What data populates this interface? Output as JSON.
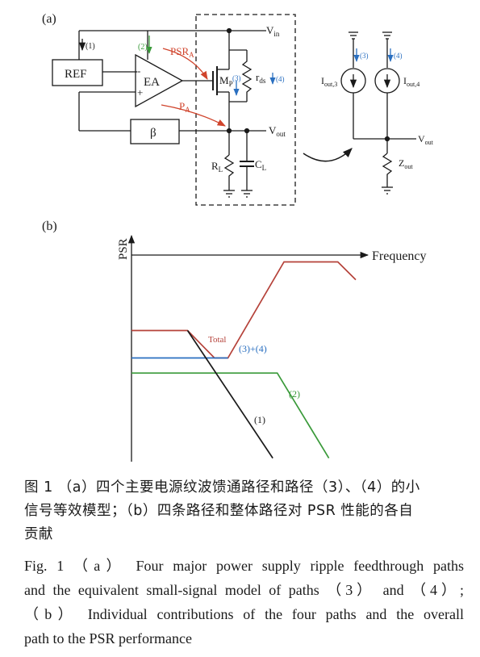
{
  "panel_a": {
    "label": "(a)",
    "ref": "REF",
    "ea": "EA",
    "ea_minus": "-",
    "ea_plus": "+",
    "beta": "β",
    "vin": "V",
    "vin_sub": "in",
    "vout": "V",
    "vout_sub": "out",
    "mp": "M",
    "mp_sub": "P",
    "rds": "r",
    "rds_sub": "ds",
    "rl": "R",
    "rl_sub": "L",
    "cl": "C",
    "cl_sub": "L",
    "psra": "PSR",
    "psra_sub": "A",
    "pa": "P",
    "pa_sub": "A",
    "path1": "(1)",
    "path2": "(2)",
    "path3": "(3)",
    "path4": "(4)",
    "iout3": "I",
    "iout3_sub": "out,3",
    "iout4": "I",
    "iout4_sub": "out,4",
    "vout2": "V",
    "vout2_sub": "out",
    "zout": "Z",
    "zout_sub": "out",
    "colors": {
      "green": "#3a9a3a",
      "blue": "#2a6fc0",
      "red": "#d0442c",
      "black": "#1a1a1a"
    }
  },
  "panel_b": {
    "label": "(b)",
    "chart_data": {
      "type": "line",
      "xlabel": "Frequency",
      "ylabel": "PSR",
      "annotations": [
        "Total",
        "(3)+(4)",
        "(2)",
        "(1)"
      ],
      "series": [
        {
          "name": "Total",
          "color": "#b5423a",
          "points": [
            [
              0,
              55
            ],
            [
              25,
              55
            ],
            [
              37,
              75
            ],
            [
              43,
              75
            ],
            [
              68,
              5
            ],
            [
              92,
              5
            ],
            [
              100,
              18
            ]
          ]
        },
        {
          "name": "(3)+(4)",
          "color": "#2a6fc0",
          "points": [
            [
              0,
              75
            ],
            [
              43,
              75
            ]
          ]
        },
        {
          "name": "(2)",
          "color": "#3a9a3a",
          "points": [
            [
              0,
              86
            ],
            [
              65,
              86
            ],
            [
              88,
              148
            ]
          ]
        },
        {
          "name": "(1)",
          "color": "#1a1a1a",
          "points": [
            [
              25,
              55
            ],
            [
              63,
              148
            ]
          ]
        }
      ]
    }
  },
  "caption_cn": {
    "lines": [
      "图 1 （a）四个主要电源纹波馈通路径和路径（3）、（4）的小",
      "信号等效模型；（b）四条路径和整体路径对 PSR 性能的各自",
      "贡献"
    ]
  },
  "caption_en": {
    "lines": [
      "Fig. 1 （a） Four major power supply ripple feedthrough paths",
      "and the equivalent small-signal model of paths （3） and （4）;",
      "（b） Individual contributions of the four paths and the overall",
      "path to the PSR performance"
    ]
  }
}
